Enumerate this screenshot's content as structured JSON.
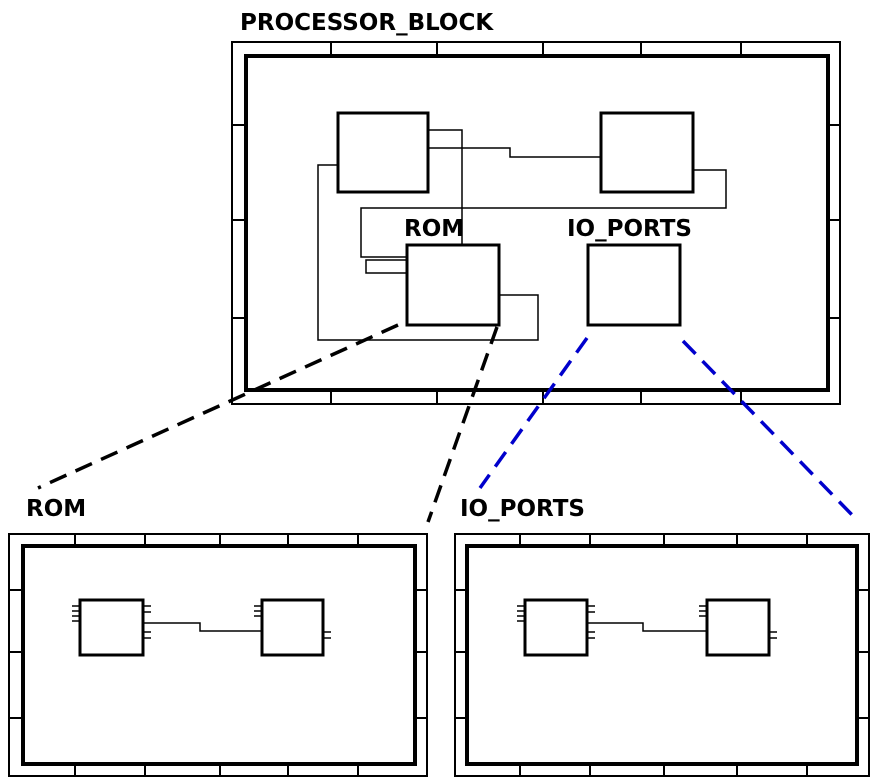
{
  "labels": {
    "processor_block": "PROCESSOR_BLOCK",
    "rom_inner": "ROM",
    "io_inner": "IO_PORTS",
    "rom_detail": "ROM",
    "io_detail": "IO_PORTS"
  },
  "colors": {
    "line": "#000000",
    "rom_leader": "#000000",
    "io_leader": "#0000cc",
    "background": "#ffffff"
  }
}
